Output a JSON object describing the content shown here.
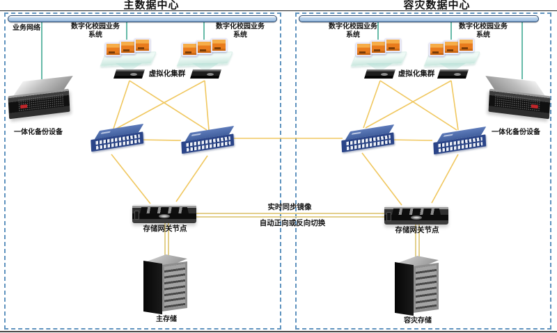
{
  "colors": {
    "site_border": "#5e92be",
    "backbone_fill": "#adc8e6",
    "backbone_border": "#27476f",
    "lan_link_green": "#3fa893",
    "san_link_yellow": "#f0c75e",
    "replication_link_pale_gold": "#e3cf8b",
    "switch_blue": "#2b4589",
    "vm_orange": "#e97c1d"
  },
  "primary_site": {
    "title": "主数据中心",
    "business_network_label": "业务网络",
    "campus_system_label_line1": "数字化校园业务",
    "campus_system_label_line2": "系统",
    "virtualization_cluster_label": "虚拟化集群",
    "backup_appliance_label": "一体化备份设备",
    "storage_gateway_label": "存储网关节点",
    "storage_label": "主存储"
  },
  "dr_site": {
    "title": "容灾数据中心",
    "campus_system_label_line1": "数字化校园业务",
    "campus_system_label_line2": "系统",
    "virtualization_cluster_label": "虚拟化集群",
    "backup_appliance_label": "一体化备份设备",
    "storage_gateway_label": "存储网关节点",
    "storage_label": "容灾存储"
  },
  "replication": {
    "sync_label": "实时同步镜像",
    "failover_label": "自动正向或反向切换"
  }
}
